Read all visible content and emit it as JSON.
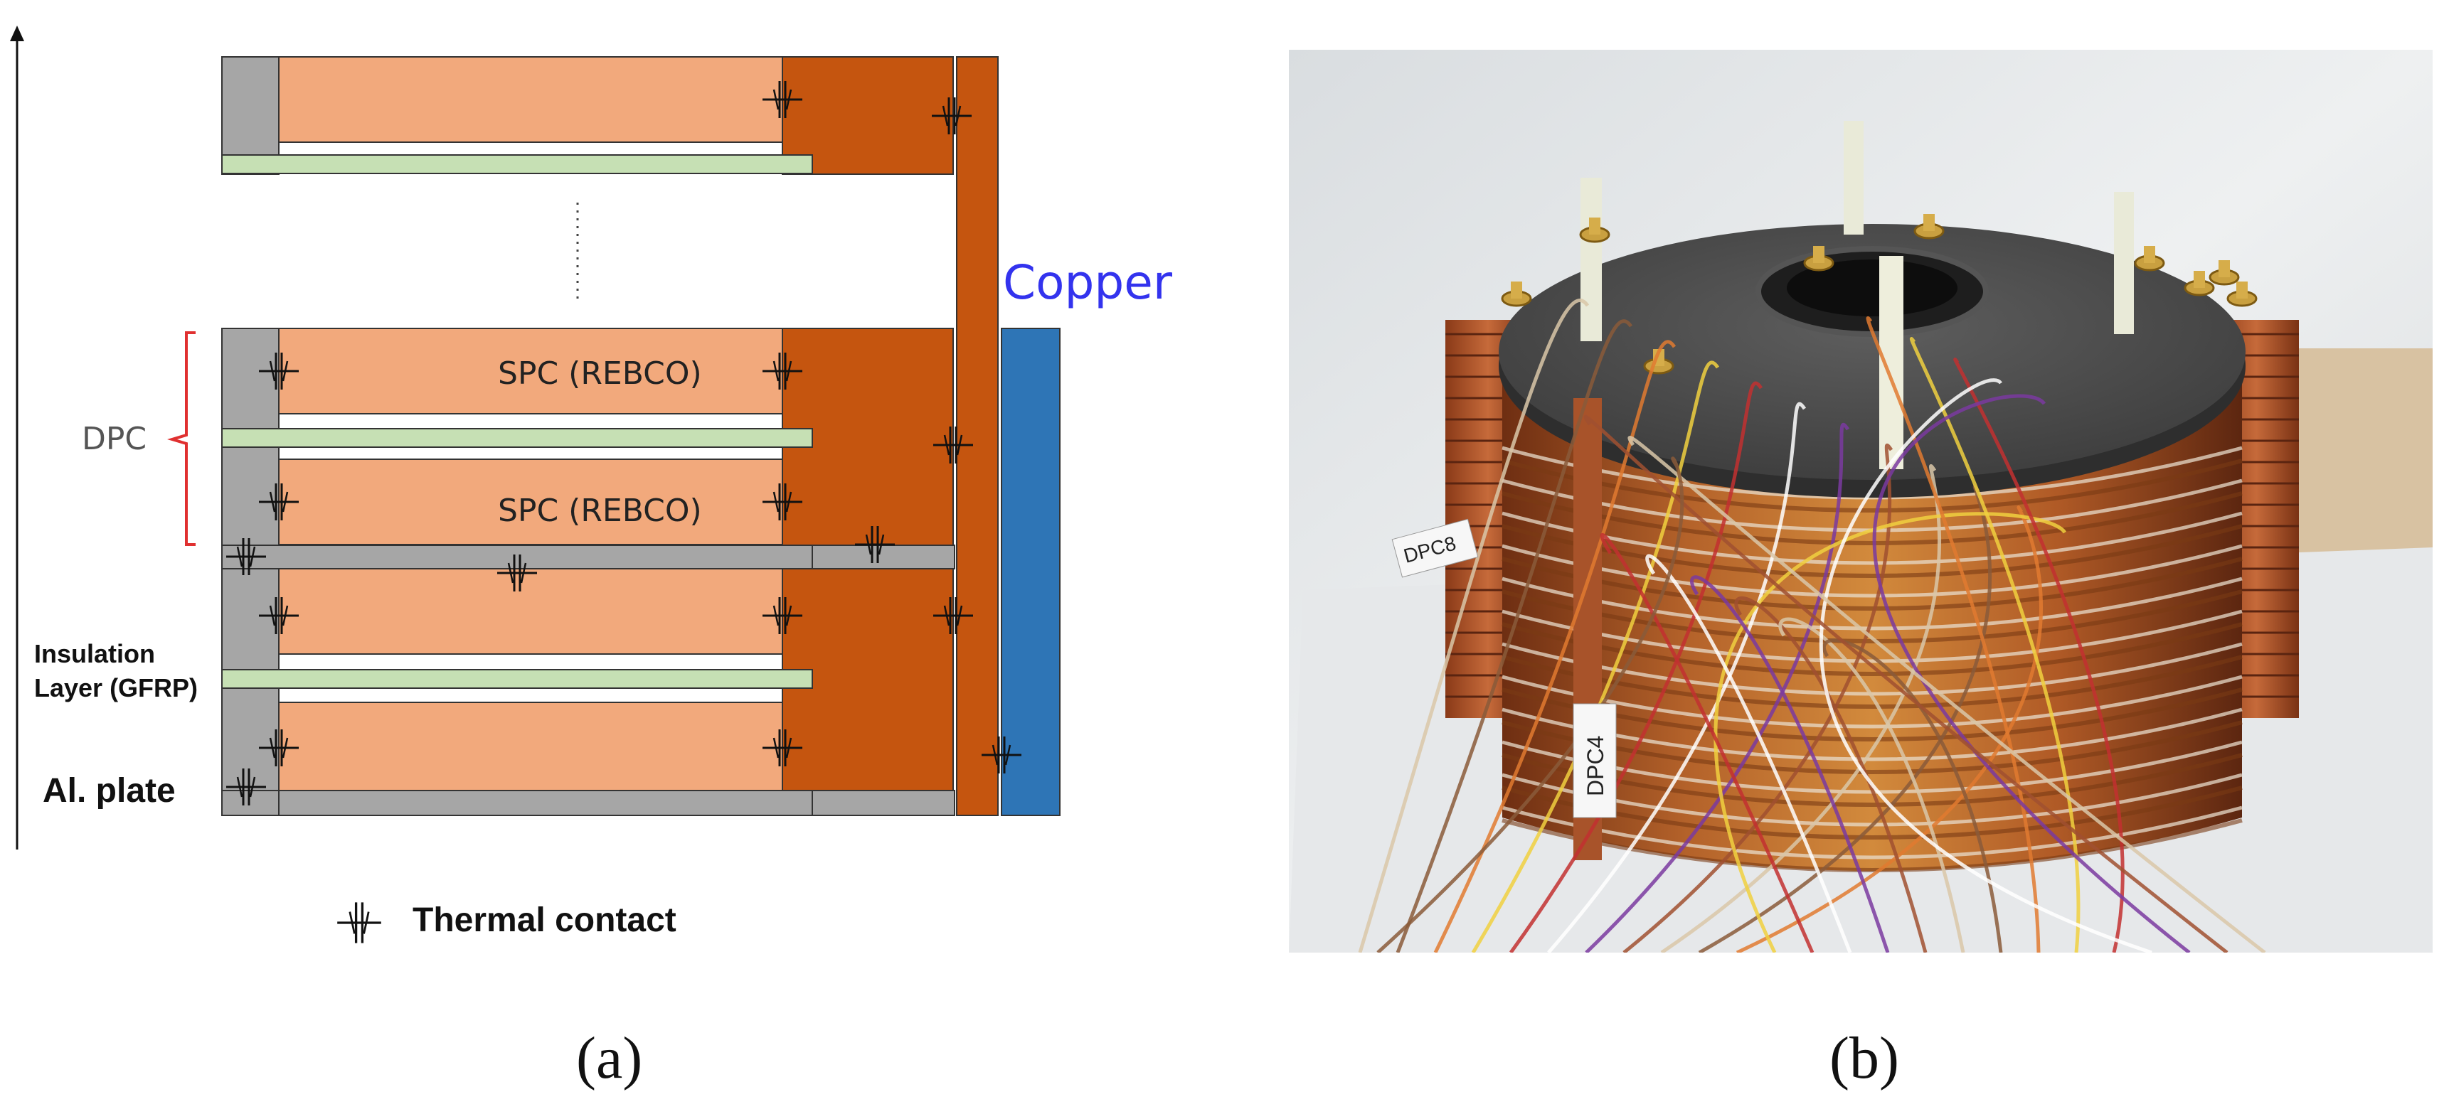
{
  "diagram": {
    "labels": {
      "copper": "Copper",
      "dpc": "DPC",
      "spc_upper": "SPC (REBCO)",
      "spc_lower": "SPC (REBCO)",
      "insulation_line1": "Insulation",
      "insulation_line2": "Layer (GFRP)",
      "al_plate": "Al. plate",
      "legend_thermal_contact": "Thermal contact"
    },
    "colors": {
      "coil": "#f2a97c",
      "copper_bracket": "#c5550f",
      "al_plate": "#a6a6a6",
      "insulation": "#c6e0b4",
      "copper_bar": "#2e75b6",
      "dpc_brace": "#e03030",
      "copper_text": "#3333ee"
    }
  },
  "photo": {
    "tags": [
      "DPC4",
      "DPC8"
    ]
  },
  "captions": {
    "left": "(a)",
    "right": "(b)"
  }
}
